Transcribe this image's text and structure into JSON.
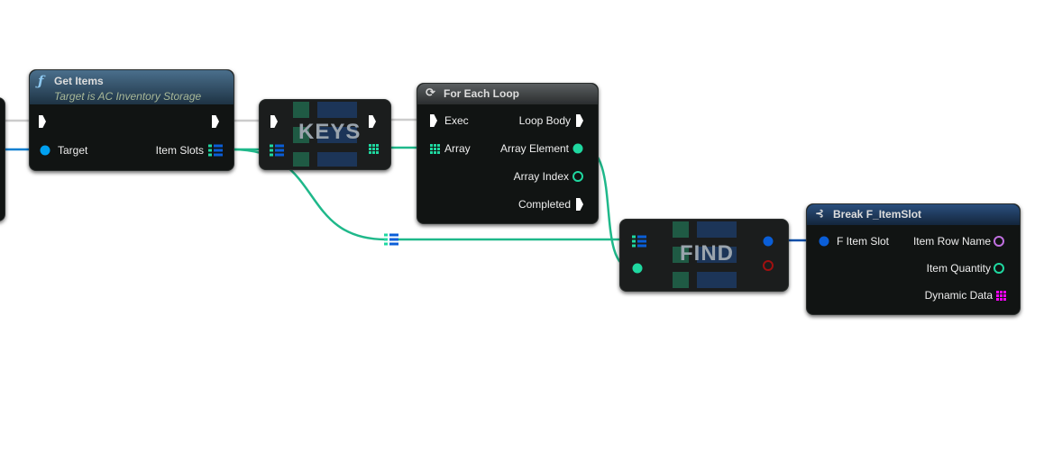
{
  "get_items": {
    "title": "Get Items",
    "subtitle": "Target is AC Inventory Storage",
    "pins": {
      "target": "Target",
      "item_slots": "Item Slots"
    }
  },
  "keys": {
    "title": "KEYS"
  },
  "for_each": {
    "title": "For Each Loop",
    "pins": {
      "exec": "Exec",
      "array": "Array",
      "loop_body": "Loop Body",
      "array_element": "Array Element",
      "array_index": "Array Index",
      "completed": "Completed"
    }
  },
  "find": {
    "title": "FIND"
  },
  "break_node": {
    "title": "Break F_ItemSlot",
    "pins": {
      "f_item_slot": "F Item Slot",
      "item_row_name": "Item Row Name",
      "item_quantity": "Item Quantity",
      "dynamic_data": "Dynamic Data"
    }
  },
  "colors": {
    "exec": "#ffffff",
    "map": "#1fd8a0",
    "struct": "#0a5ed8",
    "object": "#00a0f0",
    "name": "#c070e0",
    "int": "#1fd8a0",
    "bool": "#a01010",
    "wildcard": "#ff00ff"
  }
}
